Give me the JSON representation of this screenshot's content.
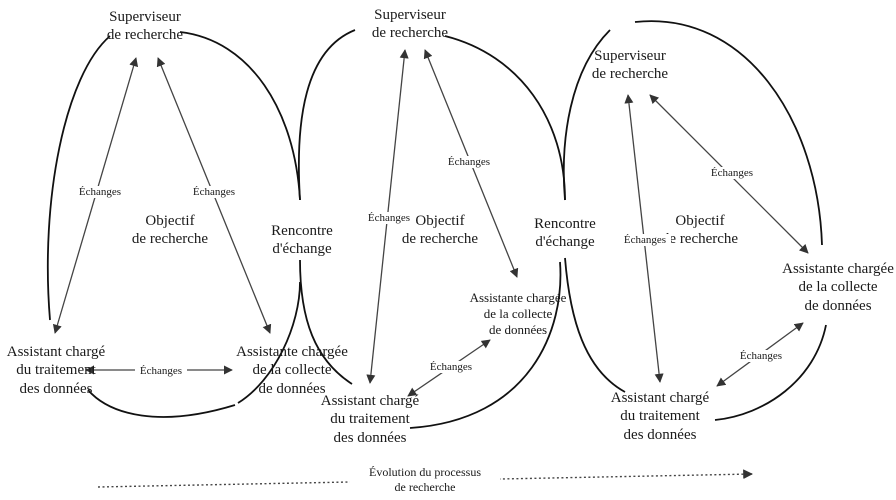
{
  "panels": [
    {
      "supervisor": "Superviseur\nde recherche",
      "objective": "Objectif\nde recherche",
      "processing_assistant": "Assistant chargé\ndu traitement\ndes données",
      "collection_assistant": "Assistante chargée\nde la collecte\nde données",
      "exchanges": [
        "Échanges",
        "Échanges",
        "Échanges"
      ]
    },
    {
      "supervisor": "Superviseur\nde recherche",
      "objective": "Objectif\nde recherche",
      "processing_assistant": "Assistant chargé\ndu traitement\ndes données",
      "collection_assistant": "Assistante chargée\nde la collecte\nde données",
      "exchanges": [
        "Échanges",
        "Échanges",
        "Échanges"
      ]
    },
    {
      "supervisor": "Superviseur\nde recherche",
      "objective": "Objectif\nde recherche",
      "processing_assistant": "Assistant chargé\ndu traitement\ndes données",
      "collection_assistant": "Assistante chargée\nde la collecte\nde données",
      "exchanges": [
        "Échanges",
        "Échanges",
        "Échanges"
      ]
    }
  ],
  "meetings": [
    "Rencontre\nd'échange",
    "Rencontre\nd'échange"
  ],
  "evolution": "Évolution du processus\nde recherche"
}
